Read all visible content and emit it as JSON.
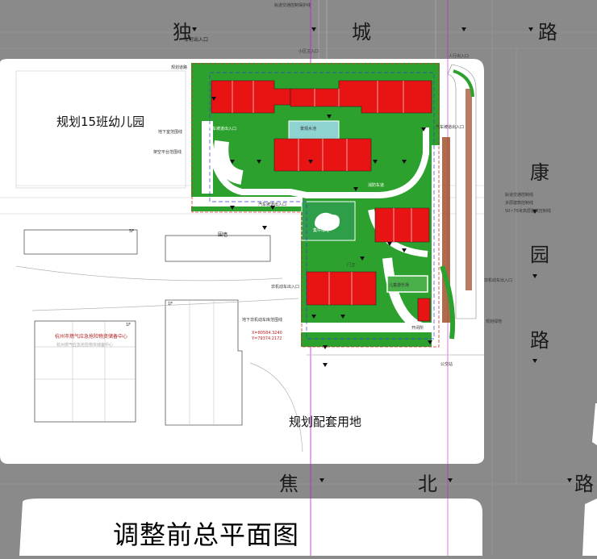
{
  "title": "调整前总平面图",
  "roads": {
    "north": [
      "独",
      "城",
      "路"
    ],
    "east": [
      "康",
      "园",
      "路"
    ],
    "south": [
      "焦",
      "北",
      "路"
    ]
  },
  "areas": {
    "kindergarten": "规划15班幼儿园",
    "support_land": "规划配套用地",
    "gas_center": "杭州市燃气应急抢险物资储备中心",
    "gas_center_sub": "杭州燃气应急抢险物资储备中心",
    "wall": "围墙",
    "floors_5f": "5F",
    "floors_1f": "1F",
    "floors_1f_b": "1F"
  },
  "annotations": {
    "top_line": "轨道交通控制保护线",
    "car_entry_top": "车行出入口",
    "walk_entry": "小区主入口",
    "underground_line": "地下室范围线",
    "platform_line": "架空平台范围线",
    "car_entry_mid": "汽车坡道出入口",
    "car_entry_left": "汽车坡道出入口",
    "car_entry_right": "汽车坡道出入口",
    "landscape_water": "景观水池",
    "landscape_green": "景观绿地",
    "central_garden": "集中绿地",
    "kids_area": "儿童游乐场",
    "fire_road": "消防车道",
    "transformer": "开闭所",
    "rail_line": "轨道交通控制线",
    "building_line": "多层建筑控制线",
    "high_line": "50~75米高层建筑控制线",
    "bike_entry": "非机动车出入口",
    "underground_bike": "地下非机动车库范围线",
    "gate": "门卫",
    "bus_stop": "公交站",
    "right_entry": "人行出入口",
    "sub_entry": "非机动车出入口",
    "coords1": "X=80584.3240",
    "coords2": "Y=79374.2172",
    "sign_left": "规划道路",
    "sign_right": "规划绿地"
  },
  "colors": {
    "background": "#8a8a8a",
    "paper": "#ffffff",
    "green": "#2da12d",
    "building": "#e81414",
    "road": "#ffffff",
    "line_red": "#d62c2c",
    "line_blue": "#2f3fd6",
    "line_magenta": "#c020c0"
  }
}
